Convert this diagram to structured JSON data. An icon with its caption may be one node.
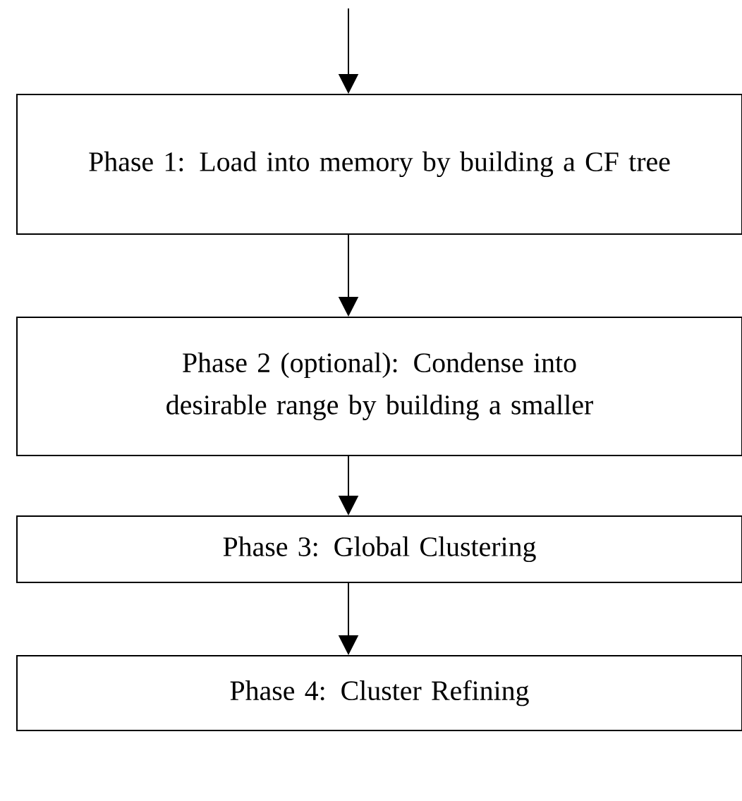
{
  "diagram": {
    "nodes": [
      {
        "text": [
          "Phase 1: Load into memory by building a CF tree"
        ]
      },
      {
        "text": [
          "Phase 2 (optional): Condense into desirable range by building a smaller"
        ]
      },
      {
        "text": [
          "Phase 3: Global Clustering"
        ]
      },
      {
        "text": [
          "Phase 4: Cluster Refining"
        ]
      }
    ],
    "edges": [
      {
        "from": null,
        "to": 0,
        "arrow": "to"
      },
      {
        "from": 0,
        "to": 1,
        "arrow": "to"
      },
      {
        "from": 1,
        "to": 2,
        "arrow": "to"
      },
      {
        "from": 2,
        "to": 3,
        "arrow": "to"
      }
    ]
  }
}
